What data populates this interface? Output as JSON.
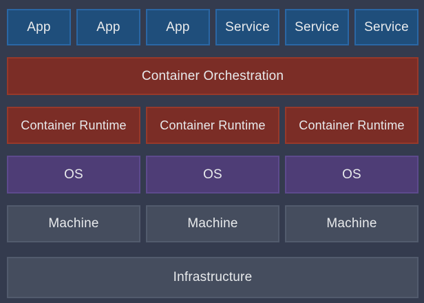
{
  "colors": {
    "background": "#343b4e",
    "app_fill": "#1f4e7b",
    "app_border": "#2a67a5",
    "red_fill": "#7b2d26",
    "red_border": "#97392a",
    "os_fill": "#4e3d76",
    "os_border": "#5d4a8d",
    "gray_fill": "#454d5e",
    "gray_border": "#525b6d",
    "text": "#e8eaec"
  },
  "layers": {
    "top": {
      "items": [
        "App",
        "App",
        "App",
        "Service",
        "Service",
        "Service"
      ]
    },
    "orchestration": {
      "label": "Container Orchestration"
    },
    "runtimes": {
      "items": [
        "Container Runtime",
        "Container Runtime",
        "Container Runtime"
      ]
    },
    "os": {
      "items": [
        "OS",
        "OS",
        "OS"
      ]
    },
    "machines": {
      "items": [
        "Machine",
        "Machine",
        "Machine"
      ]
    },
    "infrastructure": {
      "label": "Infrastructure"
    }
  }
}
